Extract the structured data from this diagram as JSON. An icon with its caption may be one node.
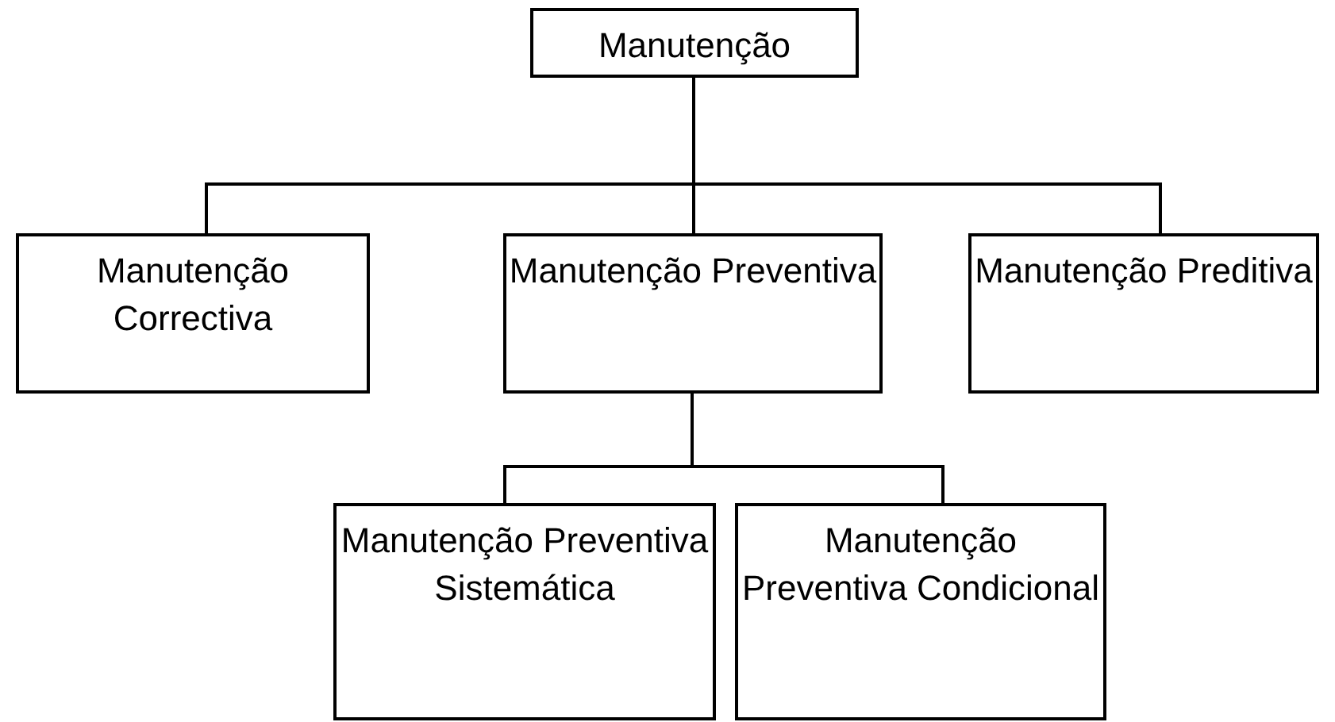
{
  "diagram": {
    "nodes": [
      {
        "text": [
          "Manutenção"
        ]
      },
      {
        "text": [
          "Manutenção Correctiva"
        ]
      },
      {
        "text": [
          "Manutenção Preventiva"
        ]
      },
      {
        "text": [
          "Manutenção Preditiva"
        ]
      },
      {
        "text": [
          "Manutenção Preventiva Sistemática"
        ]
      },
      {
        "text": [
          "Manutenção Preventiva Condicional"
        ]
      }
    ],
    "edges": [
      {
        "from": 0,
        "to": 1,
        "arrow": "none"
      },
      {
        "from": 0,
        "to": 2,
        "arrow": "none"
      },
      {
        "from": 0,
        "to": 3,
        "arrow": "none"
      },
      {
        "from": 2,
        "to": 4,
        "arrow": "none"
      },
      {
        "from": 2,
        "to": 5,
        "arrow": "none"
      }
    ]
  }
}
